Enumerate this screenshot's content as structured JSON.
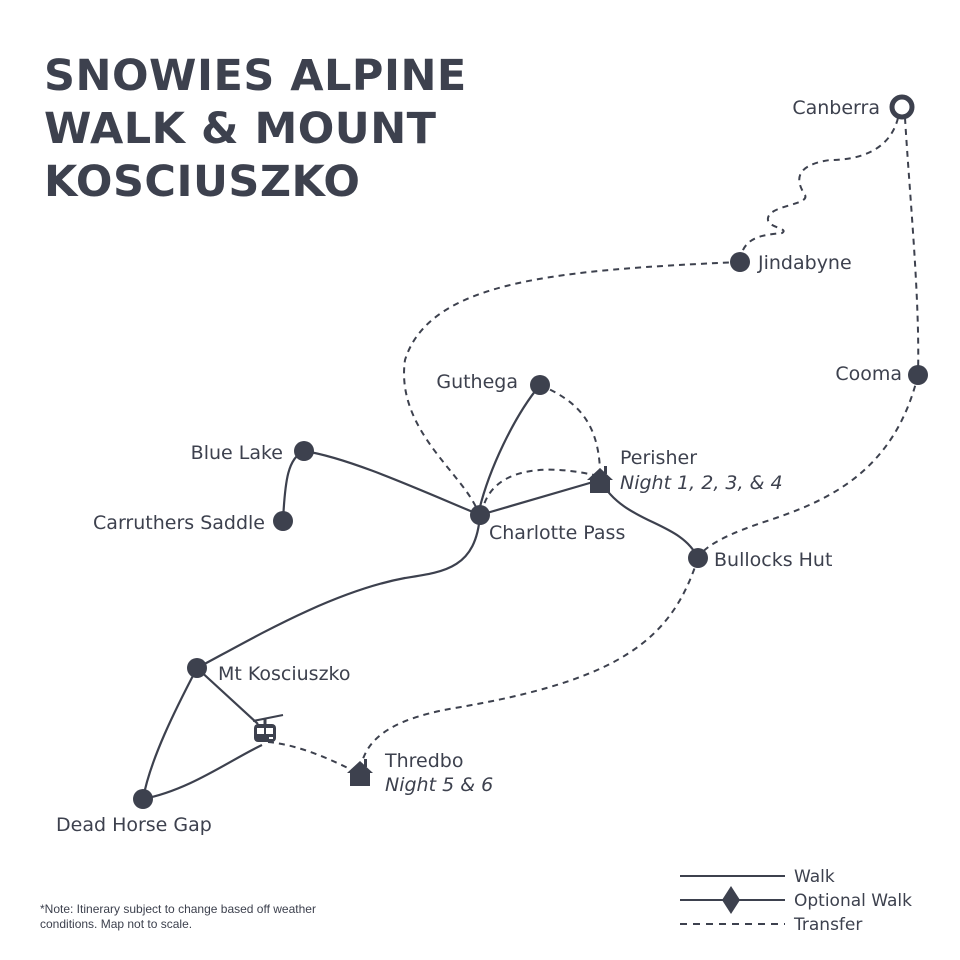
{
  "title": {
    "line1": "SNOWIES ALPINE",
    "line2": "WALK & MOUNT",
    "line3": "KOSCIUSZKO"
  },
  "places": {
    "canberra": "Canberra",
    "jindabyne": "Jindabyne",
    "cooma": "Cooma",
    "guthega": "Guthega",
    "perisher": "Perisher",
    "perisher_nights": "Night 1, 2, 3, & 4",
    "blue_lake": "Blue Lake",
    "carruthers_saddle": "Carruthers Saddle",
    "charlotte_pass": "Charlotte Pass",
    "bullocks_hut": "Bullocks Hut",
    "mt_kosciuszko": "Mt Kosciuszko",
    "thredbo": "Thredbo",
    "thredbo_nights": "Night 5 & 6",
    "dead_horse_gap": "Dead Horse Gap"
  },
  "legend": {
    "walk": "Walk",
    "optional_walk": "Optional Walk",
    "transfer": "Transfer"
  },
  "note": {
    "line1": "*Note: Itinerary  subject to change based off weather",
    "line2": "conditions. Map not to scale."
  },
  "colors": {
    "ink": "#3d414e",
    "background": "#ffffff"
  }
}
